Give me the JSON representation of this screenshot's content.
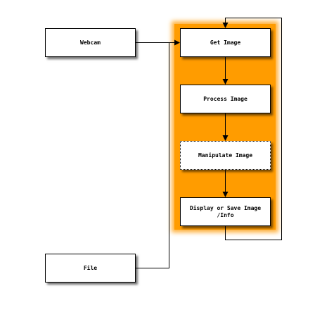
{
  "nodes": {
    "webcam": "Webcam",
    "file": "File",
    "get_image": "Get Image",
    "process_image": "Process Image",
    "manipulate_image": "Manipulate Image",
    "display_save": "Display or Save Image\n/Info"
  },
  "colors": {
    "highlight": "#ff9c00",
    "line": "#000000"
  }
}
